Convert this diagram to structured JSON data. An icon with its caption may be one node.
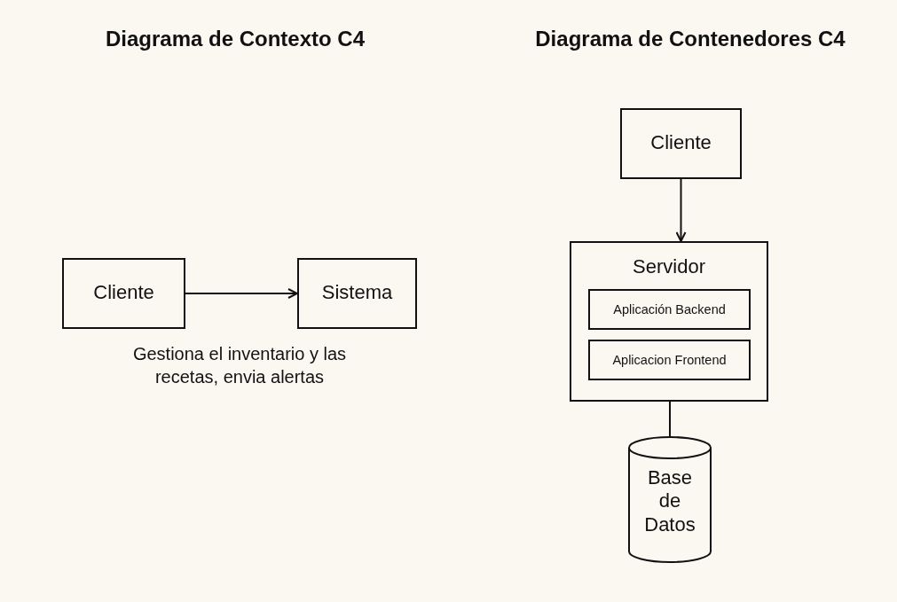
{
  "diagram": {
    "nodes": [
      {
        "text": [
          "Cliente"
        ]
      },
      {
        "text": [
          "Sistema"
        ]
      },
      {
        "text": [
          "Cliente"
        ]
      },
      {
        "text": [
          "Servidor"
        ]
      },
      {
        "text": [
          "Aplicación Backend"
        ],
        "in": 3
      },
      {
        "text": [
          "Aplicacion Frontend"
        ],
        "in": 3
      },
      {
        "text": [
          "Base de Datos"
        ]
      }
    ],
    "edges": [
      {
        "from": 0,
        "to": 1,
        "arrow": "to"
      },
      {
        "from": 2,
        "to": 3,
        "arrow": "to"
      },
      {
        "from": 3,
        "to": 6,
        "arrow": "none"
      }
    ],
    "labels": [
      "Diagrama de Contexto C4",
      "Diagrama de Contenedores C4",
      "Gestiona el inventario y las recetas, envia alertas"
    ]
  }
}
